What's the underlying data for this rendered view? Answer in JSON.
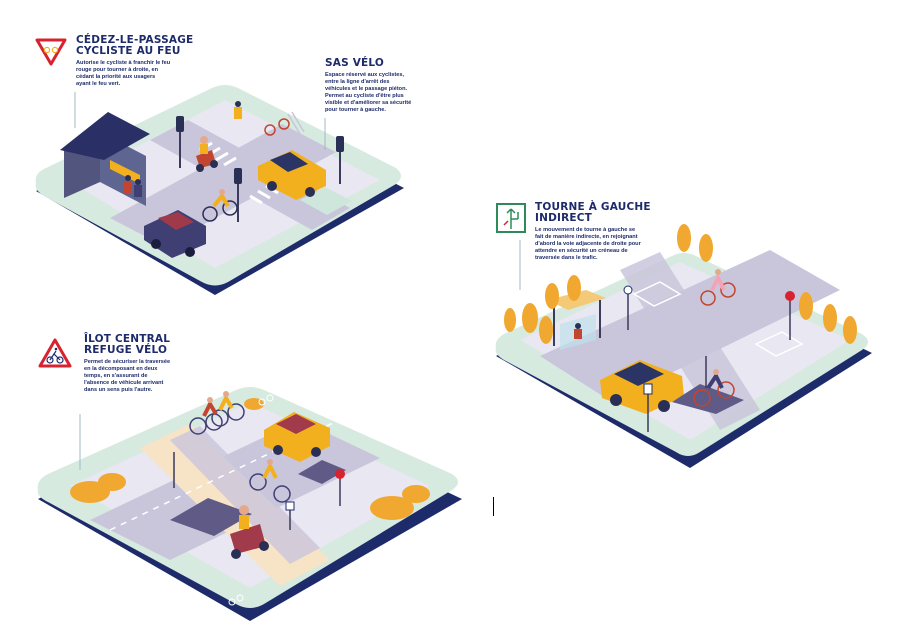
{
  "panels": {
    "cedez": {
      "title_line1": "CÉDEZ-LE-PASSAGE",
      "title_line2": "CYCLISTE AU FEU",
      "desc": [
        "Autorise le cycliste à franchir le feu",
        "rouge pour tourner à droite, en",
        "cédant la priorité aux usagers",
        "ayant le feu vert."
      ],
      "sign_icon": "yield-cyclist-sign-icon"
    },
    "sas": {
      "title": "SAS VÉLO",
      "desc": [
        "Espace réservé aux cyclistes,",
        "entre la ligne d'arrêt des",
        "véhicules et le passage piéton.",
        "Permet au cycliste d'être plus",
        "visible et d'améliorer sa sécurité",
        "pour tourner à gauche."
      ]
    },
    "tourne": {
      "title_line1": "TOURNE À GAUCHE",
      "title_line2": "INDIRECT",
      "desc": [
        "Le mouvement de tourne à gauche se",
        "fait de manière indirecte, en rejoignant",
        "d'abord la voie adjacente de droite pour",
        "attendre en sécurité un créneau de",
        "traversée dans le trafic."
      ],
      "sign_icon": "indirect-left-turn-sign-icon"
    },
    "ilot": {
      "title_line1": "ÎLOT CENTRAL",
      "title_line2": "REFUGE VÉLO",
      "desc": [
        "Permet de sécuriser la traversée",
        "en la décomposant en deux",
        "temps, en s'assurant de",
        "l'absence de véhicule arrivant",
        "dans un sens puis l'autre."
      ],
      "sign_icon": "cyclist-warning-sign-icon"
    }
  },
  "colors": {
    "navy": "#1d2b6b",
    "road": "#c9c6dc",
    "pavement": "#e9e7f1",
    "grass": "#d4e8df",
    "bike_lane": "#f7e3c6",
    "island": "#5f5b86",
    "car_yellow": "#f2b01e",
    "car_purple": "#3f3f74",
    "tree_orange": "#f0a830",
    "sign_red": "#d8222f"
  }
}
